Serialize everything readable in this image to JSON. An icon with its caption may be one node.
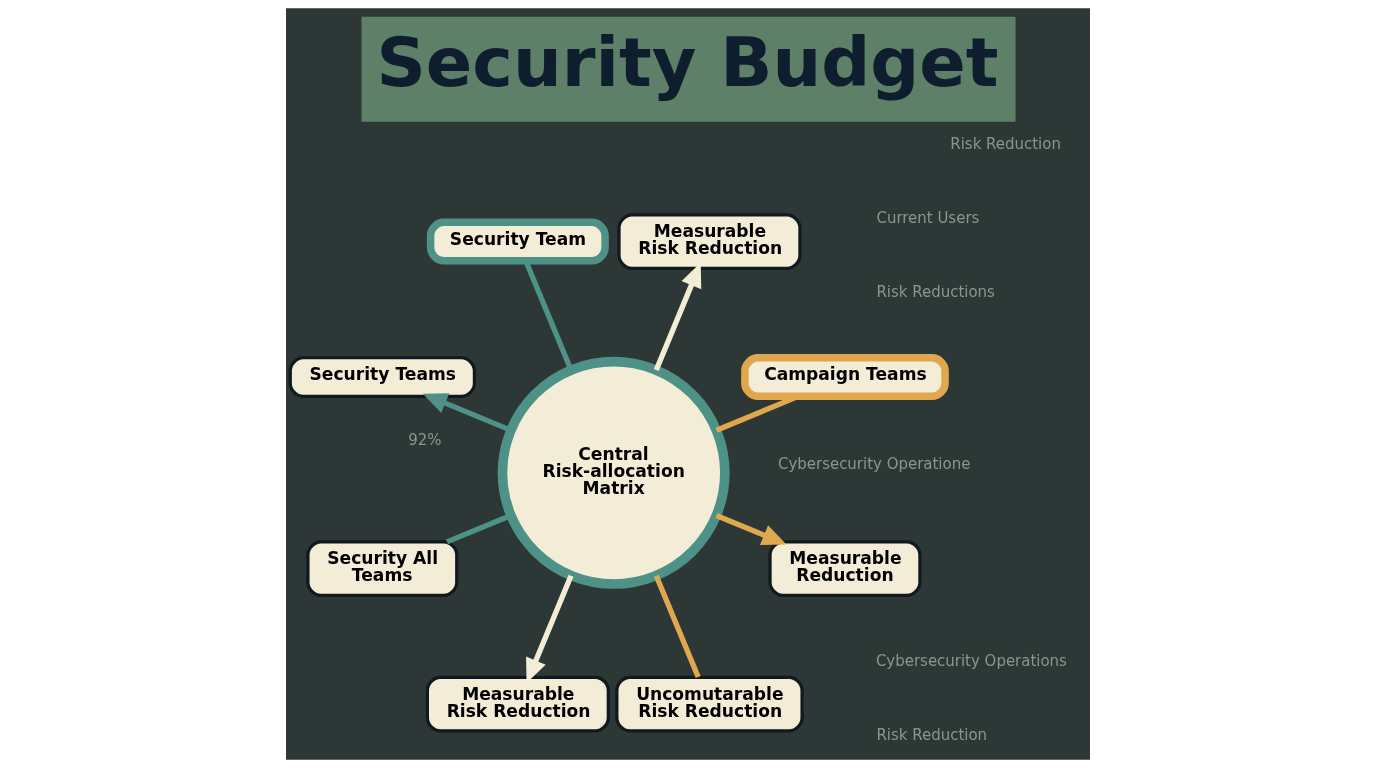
{
  "diagram": {
    "title": "Security Budget",
    "nodes": [
      {
        "text": [
          "Security Team"
        ]
      },
      {
        "text": [
          "Measurable Risk Reduction"
        ]
      },
      {
        "text": [
          "Campaign Teams"
        ]
      },
      {
        "text": [
          "Security Teams"
        ]
      },
      {
        "text": [
          "Central Risk-allocation Matrix"
        ]
      },
      {
        "text": [
          "Measurable Reduction"
        ]
      },
      {
        "text": [
          "Security All Teams"
        ]
      },
      {
        "text": [
          "Uncomutarable Risk Reduction"
        ]
      },
      {
        "text": [
          "Measurable Risk Reduction"
        ]
      }
    ],
    "edges": [
      {
        "from": 4,
        "to": 0,
        "arrow": "none",
        "color": "#4e9186"
      },
      {
        "from": 4,
        "to": 1,
        "arrow": "to",
        "color": "#f3ecd6"
      },
      {
        "from": 4,
        "to": 2,
        "arrow": "none",
        "color": "#e0a84e"
      },
      {
        "from": 4,
        "to": 3,
        "arrow": "to",
        "color": "#4e9186"
      },
      {
        "from": 4,
        "to": 5,
        "arrow": "to",
        "color": "#e0a84e"
      },
      {
        "from": 4,
        "to": 6,
        "arrow": "none",
        "color": "#4e9186"
      },
      {
        "from": 4,
        "to": 7,
        "arrow": "none",
        "color": "#e0a84e"
      },
      {
        "from": 4,
        "to": 8,
        "arrow": "to",
        "color": "#f3ecd6"
      }
    ],
    "labels": [
      "Cybersecurity Operatione",
      "Current Users",
      "Cybersecurity Operations",
      "Risk Reductions",
      "92%",
      "Risk Reduction",
      "Risk Reduction"
    ]
  }
}
